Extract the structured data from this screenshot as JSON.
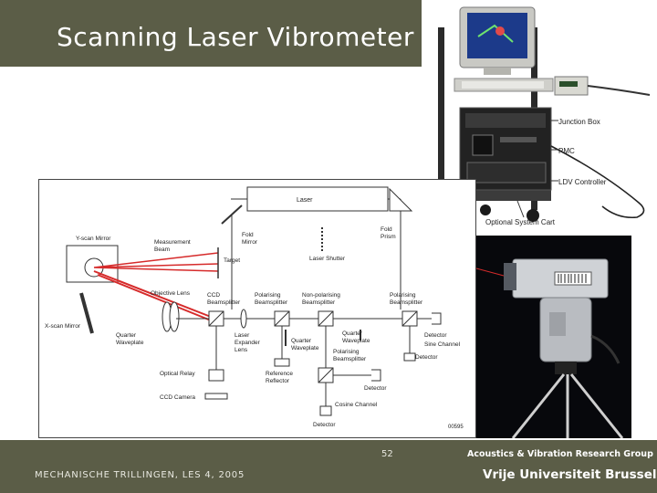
{
  "slide": {
    "title": "Scanning Laser Vibrometer",
    "page_number": "52",
    "footer_left": "MECHANISCHE TRILLINGEN, LES 4, 2005",
    "footer_group": "Acoustics & Vibration Research Group",
    "footer_university": "Vrije Universiteit Brussel"
  },
  "workstation": {
    "labels": {
      "junction_box": "Junction Box",
      "pmc": "PMC",
      "ldv_controller": "LDV Controller",
      "system_cart": "Optional System Cart"
    }
  },
  "diagram": {
    "labels": {
      "laser": "Laser",
      "fold_mirror": "Fold\nMirror",
      "fold_prism": "Fold\nPrism",
      "laser_shutter": "Laser Shutter",
      "y_scan_mirror": "Y-scan Mirror",
      "measurement_beam": "Measurement\nBeam",
      "target": "Target",
      "objective_lens": "Objective Lens",
      "ccd_beamsplitter": "CCD\nBeamsplitter",
      "polarising_beamsplitter_1": "Polarising\nBeamsplitter",
      "non_polarising_beamsplitter": "Non-polarising\nBeamsplitter",
      "polarising_beamsplitter_2": "Polarising\nBeamsplitter",
      "x_scan_mirror": "X-scan Mirror",
      "quarter_waveplate_left": "Quarter\nWaveplate",
      "laser_expander_lens": "Laser\nExpander\nLens",
      "quarter_waveplate_mid": "Quarter\nWaveplate",
      "quarter_waveplate_right": "Quarter\nWaveplate",
      "polarising_beamsplitter_3": "Polarising\nBeamsplitter",
      "detector_top": "Detector",
      "sine_channel": "Sine Channel",
      "detector_right": "Detector",
      "optical_relay": "Optical Relay",
      "reference_reflector": "Reference\nReflector",
      "detector_mid": "Detector",
      "ccd_camera": "CCD Camera",
      "cosine_channel": "Cosine Channel",
      "detector_bottom": "Detector",
      "figure_code": "00595"
    }
  },
  "colors": {
    "bar": "#5b5d47",
    "beam": "#d62b2b",
    "footer_text": "#e8e8e0"
  }
}
